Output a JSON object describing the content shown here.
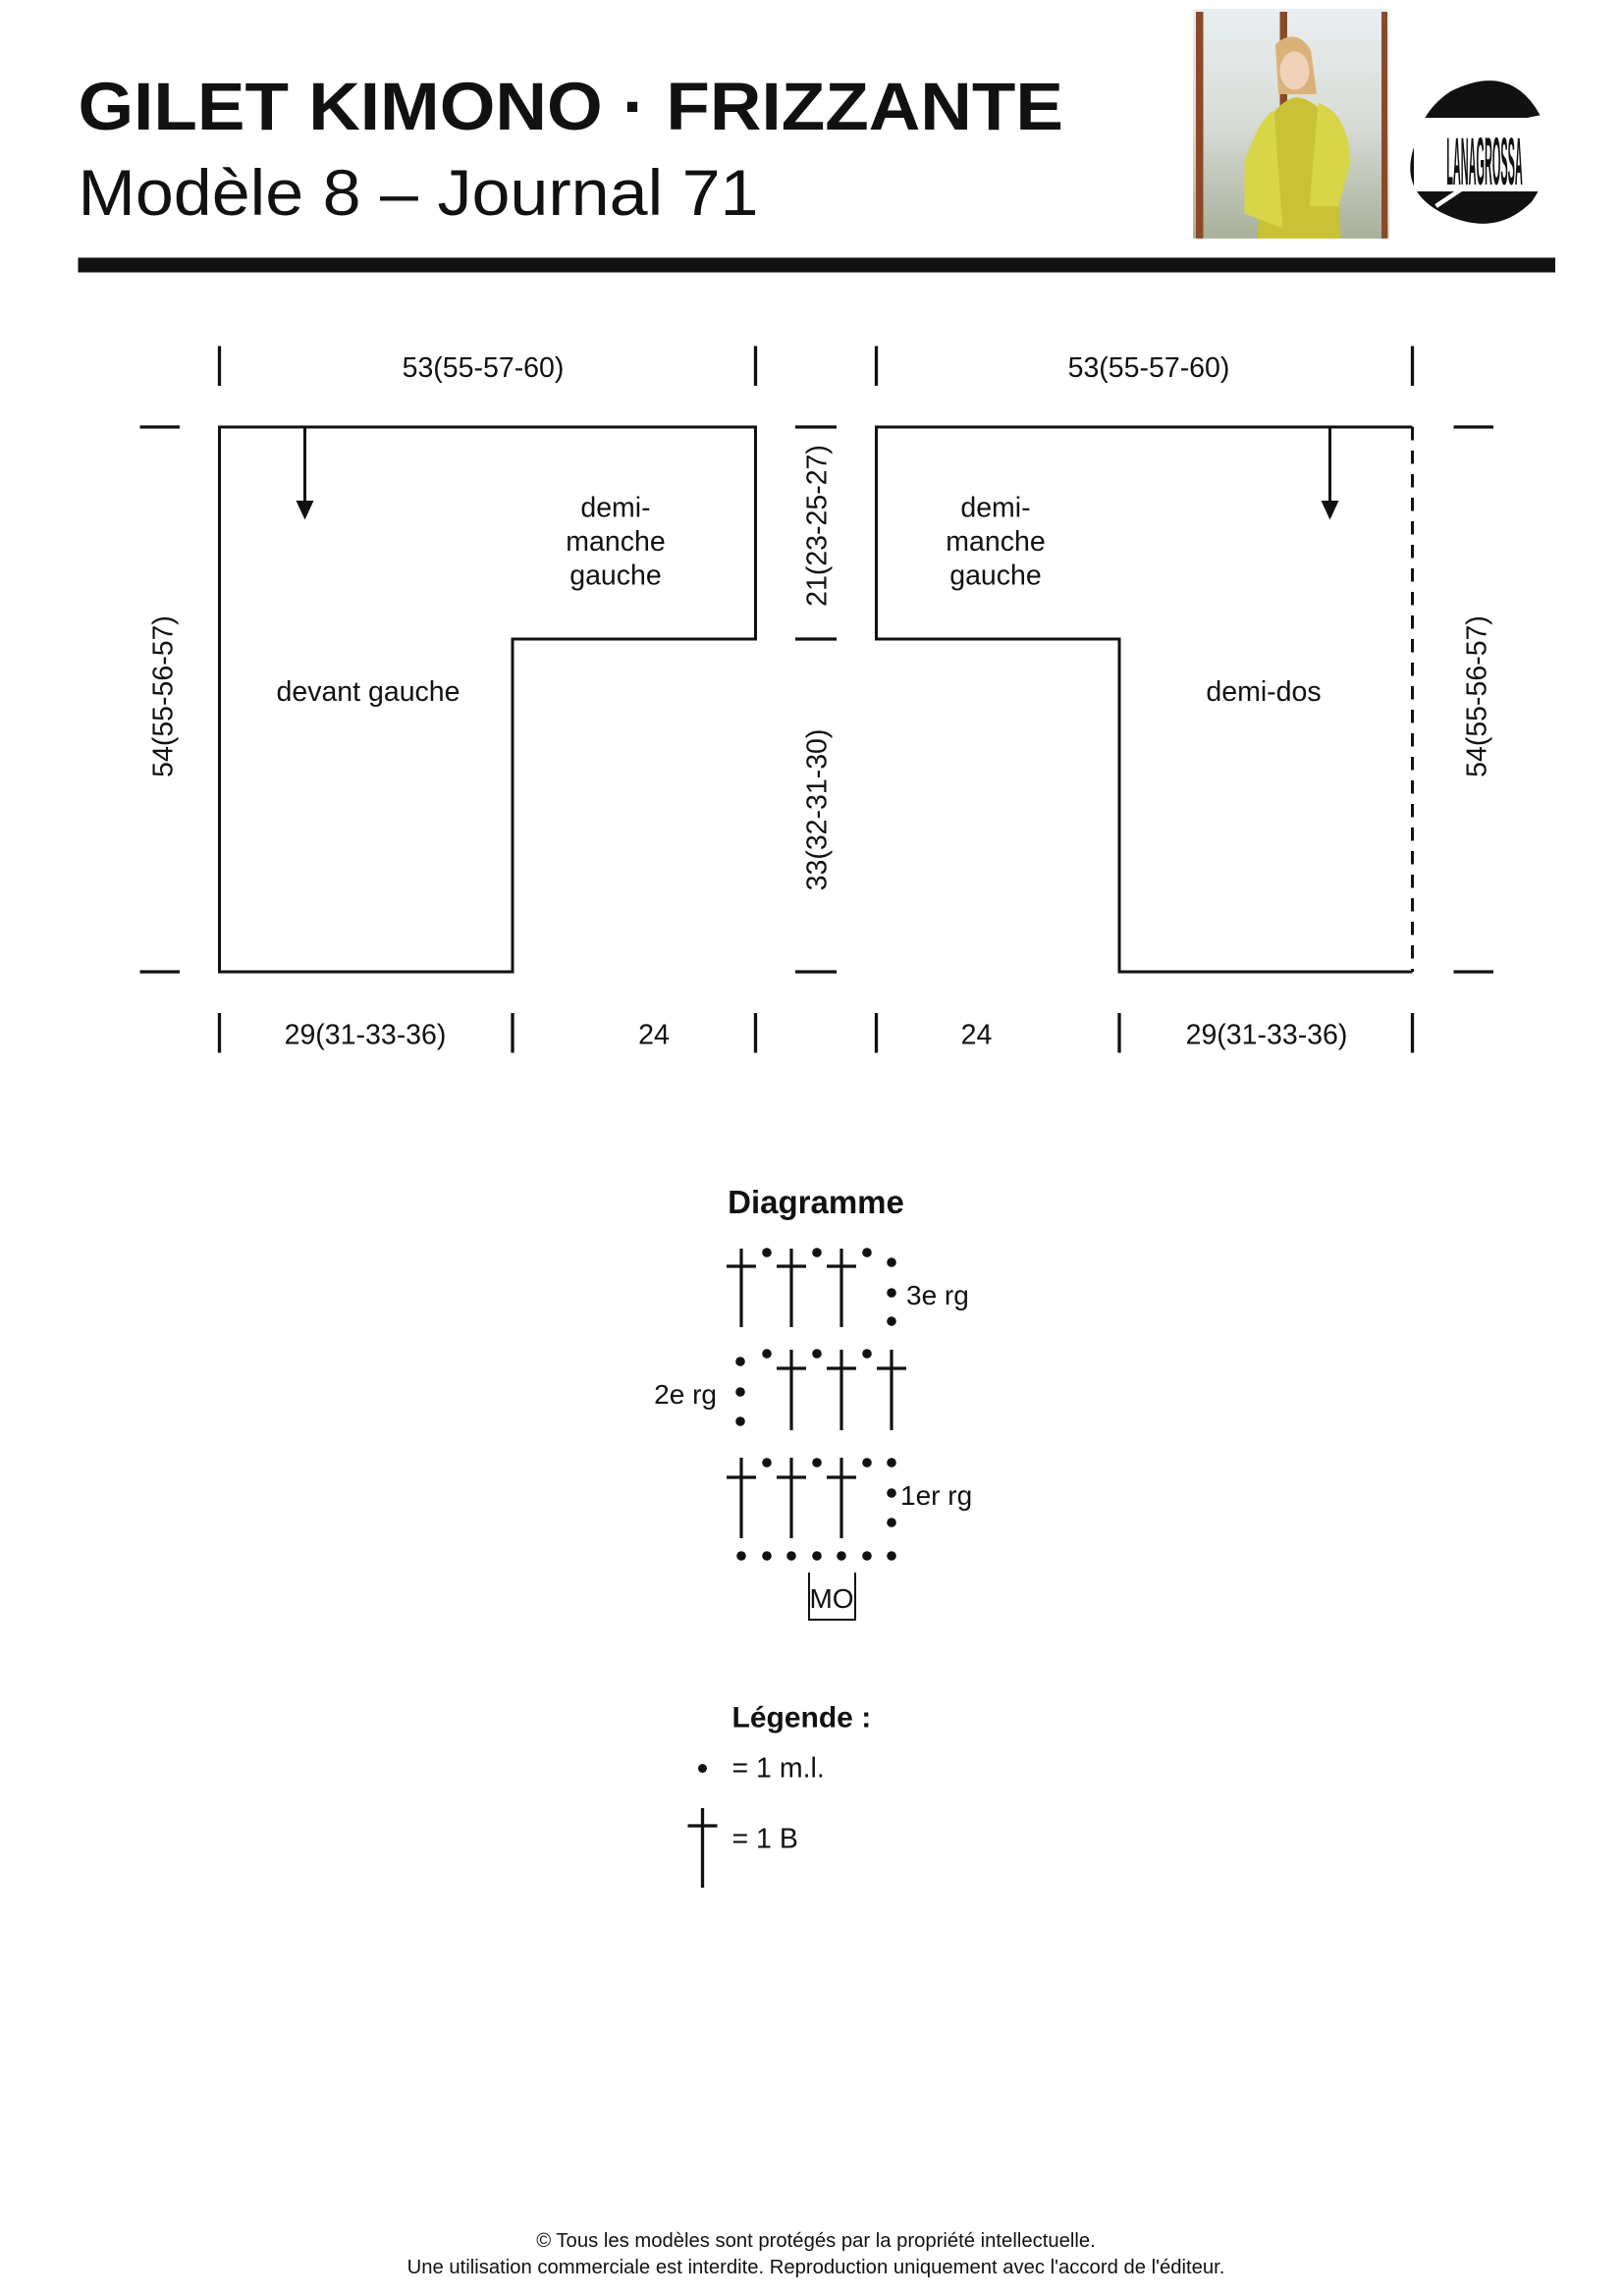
{
  "header": {
    "title": "GILET KIMONO · FRIZZANTE",
    "subtitle": "Modèle 8 – Journal 71",
    "brand_logo": "LANA GROSSA",
    "photo": "model-photo"
  },
  "schematic": {
    "left_piece": {
      "top_width": "53(55-57-60)",
      "height": "54(55-56-57)",
      "bottom_body_width": "29(31-33-36)",
      "bottom_sleeve_width": "24",
      "sleeve_label": [
        "demi-",
        "manche",
        "gauche"
      ],
      "body_label": "devant gauche"
    },
    "middle": {
      "sleeve_height": "21(23-25-27)",
      "body_height": "33(32-31-30)"
    },
    "right_piece": {
      "top_width": "53(55-57-60)",
      "height": "54(55-56-57)",
      "bottom_sleeve_width": "24",
      "bottom_body_width": "29(31-33-36)",
      "sleeve_label": [
        "demi-",
        "manche",
        "gauche"
      ],
      "body_label": "demi-dos"
    }
  },
  "diagram": {
    "title": "Diagramme",
    "rows": [
      "3e rg",
      "2e rg",
      "1er rg"
    ],
    "start_label": "MO"
  },
  "legend": {
    "title": "Légende :",
    "items": [
      {
        "symbol": "dot",
        "text": "= 1 m.l."
      },
      {
        "symbol": "cross",
        "text": "= 1 B"
      }
    ]
  },
  "footer": {
    "line1": "© Tous les modèles sont protégés par la propriété intellectuelle.",
    "line2": "Une utilisation commerciale est interdite. Reproduction uniquement avec l'accord de l'éditeur."
  }
}
